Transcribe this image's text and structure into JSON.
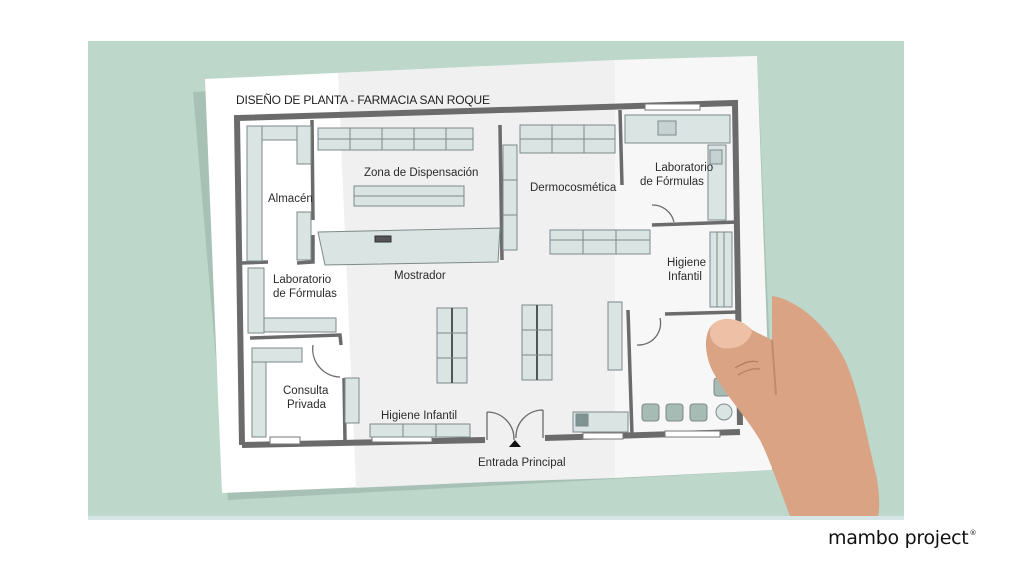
{
  "plan": {
    "title": "DISEÑO DE PLANTA - FARMACIA SAN ROQUE",
    "rooms": {
      "almacen": "Almacén",
      "zona_dispensacion": "Zona de Dispensación",
      "dermocosmetica": "Dermocosmética",
      "laboratorio_top_1": "Laboratorio",
      "laboratorio_top_2": "de Fórmulas",
      "laboratorio_left_1": "Laboratorio",
      "laboratorio_left_2": "de Fórmulas",
      "mostrador": "Mostrador",
      "higiene_right_1": "Higiene",
      "higiene_right_2": "Infantil",
      "consulta_1": "Consulta",
      "consulta_2": "Privada",
      "higiene_bottom": "Higiene Infantil",
      "entrada": "Entrada Principal"
    }
  },
  "brand": {
    "name": "mambo project",
    "mark": "®"
  },
  "colors": {
    "background_panel": "#bdd8cb",
    "paper": "#ffffff",
    "paper_fold": "#ececec",
    "wall": "#6b6b6b",
    "furniture": "#d9e4e3",
    "skin": "#d9a384"
  }
}
